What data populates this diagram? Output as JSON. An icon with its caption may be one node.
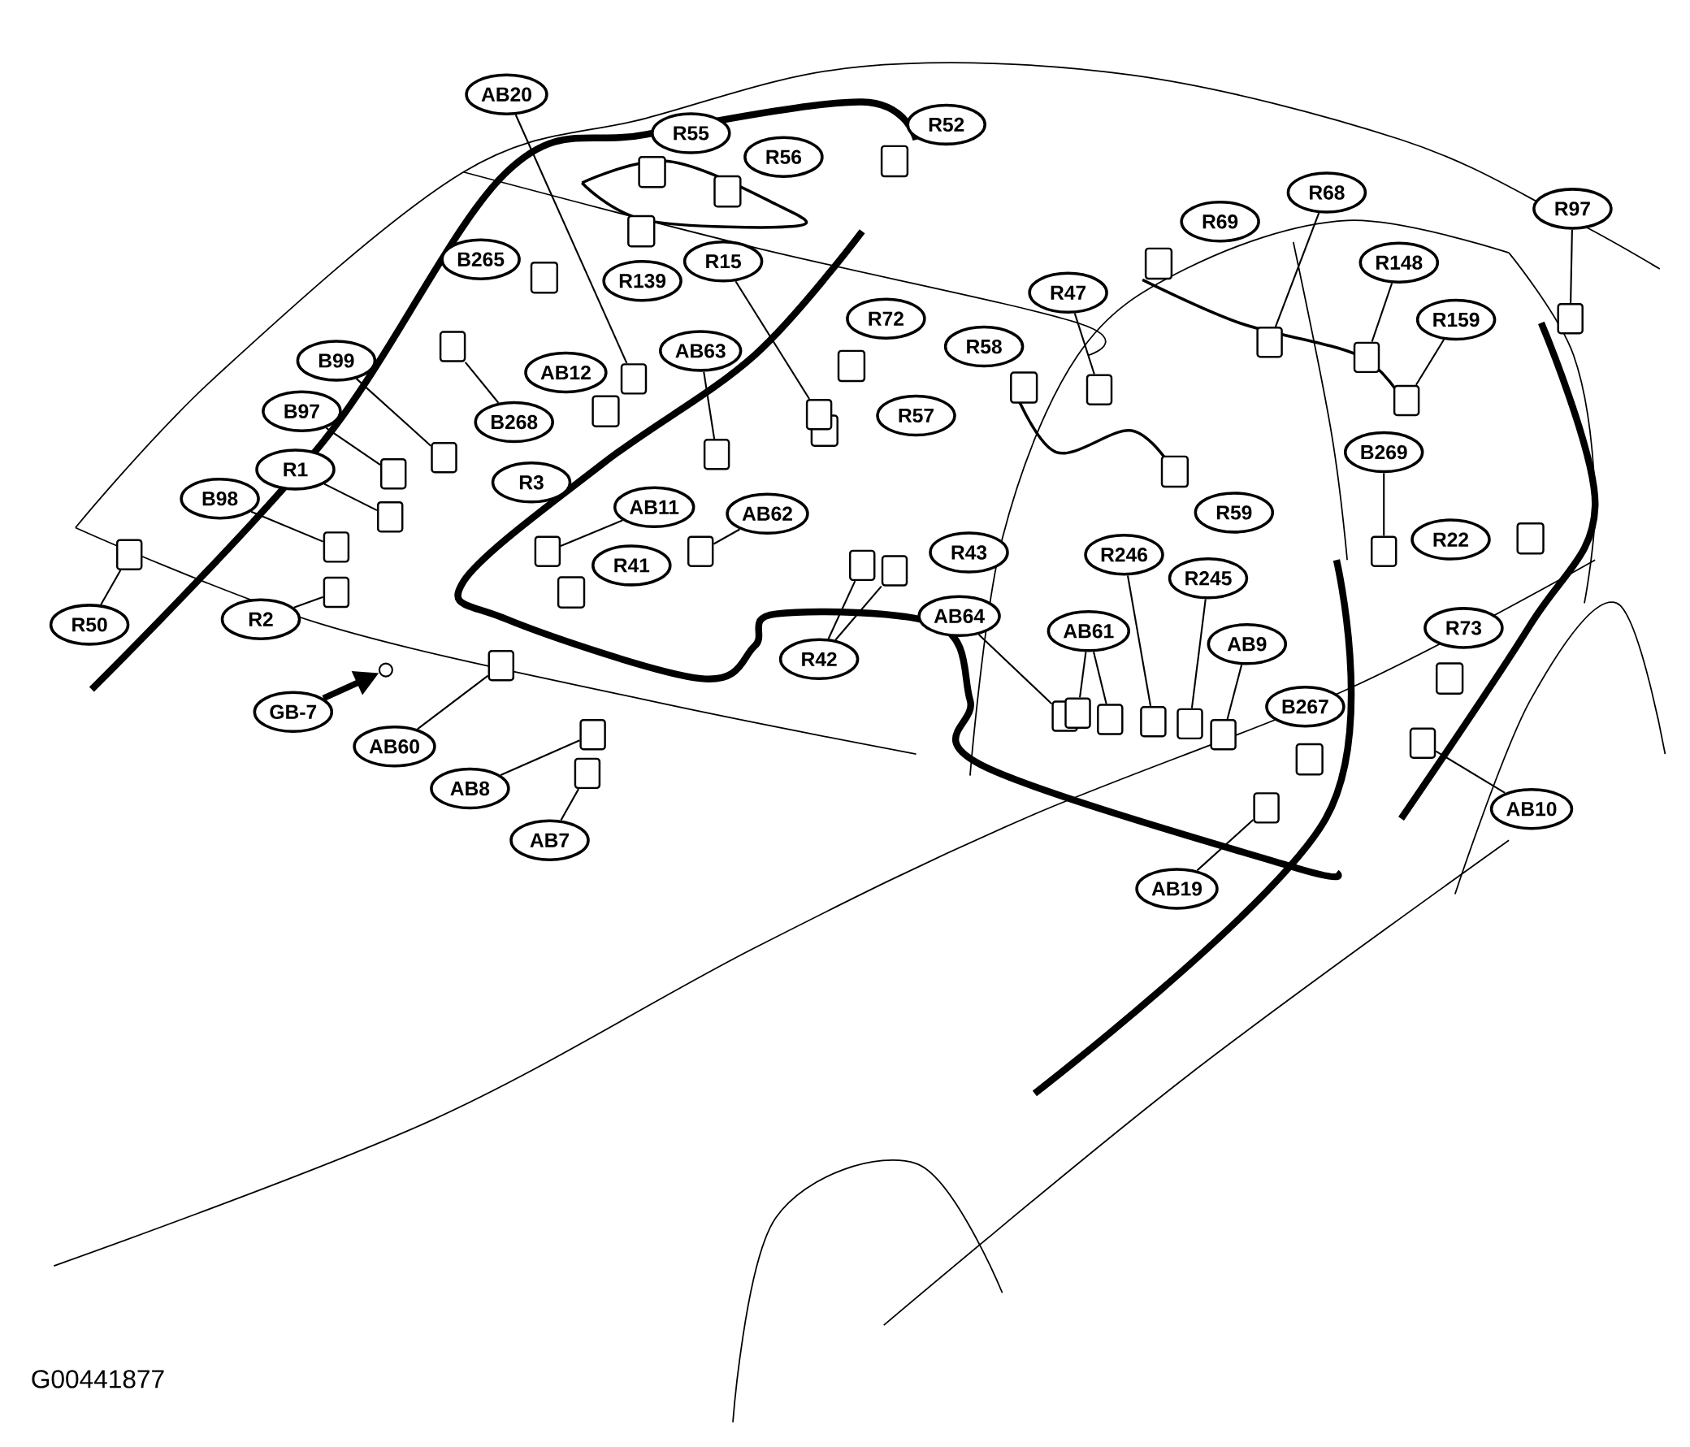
{
  "diagram": {
    "nodes": [
      {
        "text": [
          "AB20"
        ]
      },
      {
        "text": [
          "R52"
        ]
      },
      {
        "text": [
          "R55"
        ]
      },
      {
        "text": [
          "R56"
        ]
      },
      {
        "text": [
          "R68"
        ]
      },
      {
        "text": [
          "R97"
        ]
      },
      {
        "text": [
          "R69"
        ]
      },
      {
        "text": [
          "B265"
        ]
      },
      {
        "text": [
          "R15"
        ]
      },
      {
        "text": [
          "R148"
        ]
      },
      {
        "text": [
          "R139"
        ]
      },
      {
        "text": [
          "R47"
        ]
      },
      {
        "text": [
          "R72"
        ]
      },
      {
        "text": [
          "R159"
        ]
      },
      {
        "text": [
          "R58"
        ]
      },
      {
        "text": [
          "AB63"
        ]
      },
      {
        "text": [
          "B99"
        ]
      },
      {
        "text": [
          "AB12"
        ]
      },
      {
        "text": [
          "B97"
        ]
      },
      {
        "text": [
          "R57"
        ]
      },
      {
        "text": [
          "B268"
        ]
      },
      {
        "text": [
          "B269"
        ]
      },
      {
        "text": [
          "R1"
        ]
      },
      {
        "text": [
          "R3"
        ]
      },
      {
        "text": [
          "B98"
        ]
      },
      {
        "text": [
          "AB11"
        ]
      },
      {
        "text": [
          "R59"
        ]
      },
      {
        "text": [
          "AB62"
        ]
      },
      {
        "text": [
          "R22"
        ]
      },
      {
        "text": [
          "R43"
        ]
      },
      {
        "text": [
          "R246"
        ]
      },
      {
        "text": [
          "R41"
        ]
      },
      {
        "text": [
          "R245"
        ]
      },
      {
        "text": [
          "AB64"
        ]
      },
      {
        "text": [
          "R2"
        ]
      },
      {
        "text": [
          "R50"
        ]
      },
      {
        "text": [
          "R73"
        ]
      },
      {
        "text": [
          "AB61"
        ]
      },
      {
        "text": [
          "AB9"
        ]
      },
      {
        "text": [
          "R42"
        ]
      },
      {
        "text": [
          "B267"
        ]
      },
      {
        "text": [
          "GB-7"
        ]
      },
      {
        "text": [
          "AB60"
        ]
      },
      {
        "text": [
          "AB8"
        ]
      },
      {
        "text": [
          "AB7"
        ]
      },
      {
        "text": [
          "AB10"
        ]
      },
      {
        "text": [
          "AB19"
        ]
      },
      {
        "text": [],
        "shape": "box"
      },
      {
        "text": [],
        "shape": "box"
      },
      {
        "text": [],
        "shape": "box"
      },
      {
        "text": [],
        "shape": "box"
      },
      {
        "text": [],
        "shape": "box"
      },
      {
        "text": [],
        "shape": "box"
      },
      {
        "text": [],
        "shape": "box"
      },
      {
        "text": [],
        "shape": "box"
      },
      {
        "text": [],
        "shape": "box"
      },
      {
        "text": [],
        "shape": "box"
      },
      {
        "text": [],
        "shape": "box"
      },
      {
        "text": [],
        "shape": "box"
      },
      {
        "text": [],
        "shape": "box"
      },
      {
        "text": [],
        "shape": "box"
      },
      {
        "text": [],
        "shape": "box"
      },
      {
        "text": [],
        "shape": "box"
      },
      {
        "text": [],
        "shape": "box"
      },
      {
        "text": [],
        "shape": "box"
      },
      {
        "text": [],
        "shape": "box"
      },
      {
        "text": [],
        "shape": "box"
      },
      {
        "text": [],
        "shape": "box"
      },
      {
        "text": [],
        "shape": "box"
      },
      {
        "text": [],
        "shape": "box"
      },
      {
        "text": [],
        "shape": "box"
      },
      {
        "text": [],
        "shape": "box"
      },
      {
        "text": [],
        "shape": "box"
      },
      {
        "text": [],
        "shape": "circle"
      },
      {
        "text": [],
        "shape": "box"
      },
      {
        "text": [],
        "shape": "box"
      },
      {
        "text": [],
        "shape": "box"
      },
      {
        "text": [],
        "shape": "box"
      },
      {
        "text": [],
        "shape": "box"
      }
    ],
    "edges": [
      {
        "from": 0,
        "to": 47,
        "arrow": "none"
      },
      {
        "from": 4,
        "to": 48,
        "arrow": "none"
      },
      {
        "from": 5,
        "to": 49,
        "arrow": "none"
      },
      {
        "from": 8,
        "to": 50,
        "arrow": "none"
      },
      {
        "from": 9,
        "to": 51,
        "arrow": "none"
      },
      {
        "from": 11,
        "to": 52,
        "arrow": "none"
      },
      {
        "from": 13,
        "to": 53,
        "arrow": "none"
      },
      {
        "from": 15,
        "to": 54,
        "arrow": "none"
      },
      {
        "from": 16,
        "to": 55,
        "arrow": "none"
      },
      {
        "from": 18,
        "to": 56,
        "arrow": "none"
      },
      {
        "from": 20,
        "to": 57,
        "arrow": "none"
      },
      {
        "from": 21,
        "to": 58,
        "arrow": "none"
      },
      {
        "from": 22,
        "to": 59,
        "arrow": "none"
      },
      {
        "from": 24,
        "to": 60,
        "arrow": "none"
      },
      {
        "from": 25,
        "to": 61,
        "arrow": "none"
      },
      {
        "from": 27,
        "to": 62,
        "arrow": "none"
      },
      {
        "from": 30,
        "to": 63,
        "arrow": "none"
      },
      {
        "from": 32,
        "to": 64,
        "arrow": "none"
      },
      {
        "from": 33,
        "to": 65,
        "arrow": "none"
      },
      {
        "from": 34,
        "to": 66,
        "arrow": "none"
      },
      {
        "from": 35,
        "to": 67,
        "arrow": "none"
      },
      {
        "from": 37,
        "to": 68,
        "arrow": "none"
      },
      {
        "from": 37,
        "to": 69,
        "arrow": "none"
      },
      {
        "from": 38,
        "to": 70,
        "arrow": "none"
      },
      {
        "from": 39,
        "to": 71,
        "arrow": "none"
      },
      {
        "from": 39,
        "to": 72,
        "arrow": "none"
      },
      {
        "from": 41,
        "to": 73,
        "arrow": "to",
        "style": "thick"
      },
      {
        "from": 42,
        "to": 74,
        "arrow": "none"
      },
      {
        "from": 43,
        "to": 75,
        "arrow": "none"
      },
      {
        "from": 44,
        "to": 76,
        "arrow": "none"
      },
      {
        "from": 45,
        "to": 77,
        "arrow": "none"
      },
      {
        "from": 46,
        "to": 78,
        "arrow": "none"
      }
    ],
    "labels": [
      "G00441877"
    ]
  }
}
